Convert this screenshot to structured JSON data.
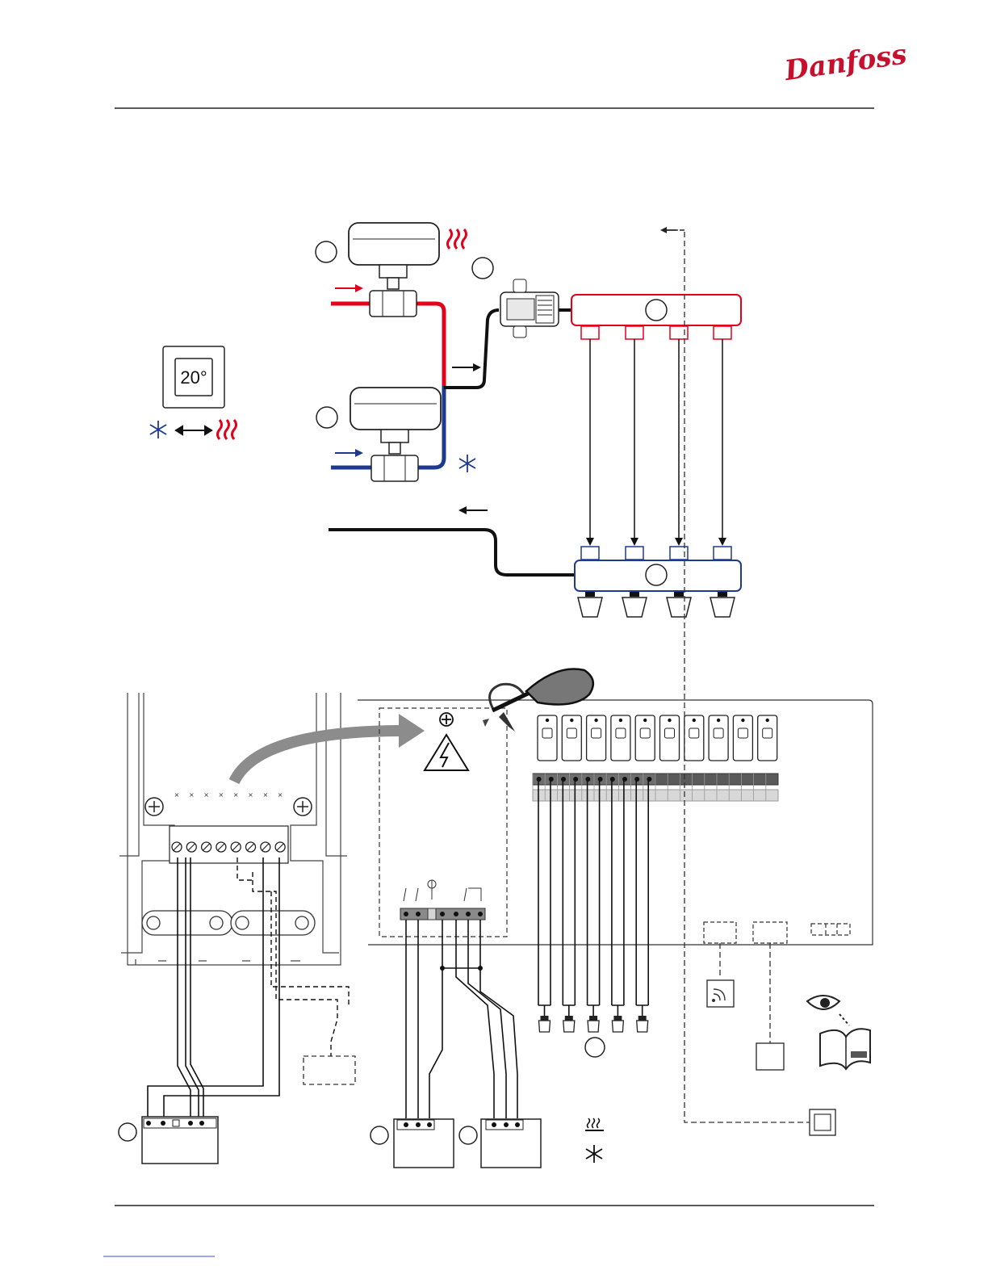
{
  "header": {
    "brand": "Danfoss",
    "brand_color": "#c8102e"
  },
  "thermostat": {
    "display_value": "20°"
  },
  "colors": {
    "heating": "#e2001a",
    "cooling": "#1d3a8f",
    "return": "#111111",
    "arrow_grey": "#8c8c8c",
    "outline": "#1a1a1a",
    "panel_grey": "#6e6e6e"
  },
  "icons": {
    "heat": "heat-waves-icon",
    "cool": "snowflake-icon",
    "switch": "double-arrow-icon",
    "hazard": "high-voltage-icon",
    "screwdriver": "screwdriver-icon",
    "manual": "manual-book-icon",
    "eye": "eye-icon",
    "antenna": "antenna-icon"
  },
  "manifold": {
    "loops": 4
  },
  "controller": {
    "actuator_channels": 10
  }
}
